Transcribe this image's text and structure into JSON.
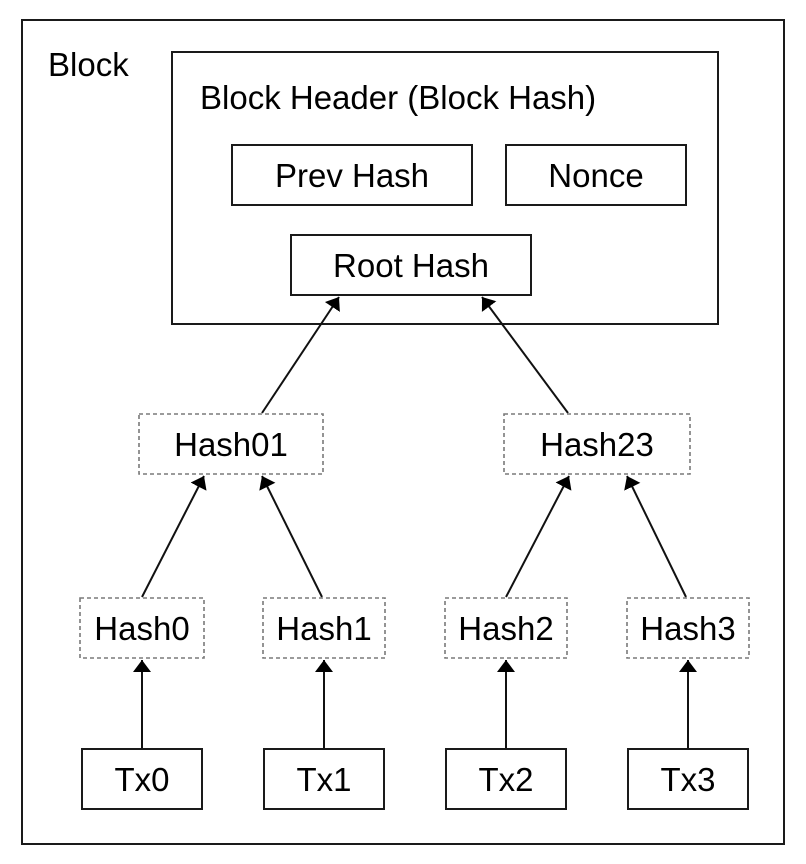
{
  "block": {
    "label": "Block"
  },
  "header": {
    "title": "Block Header (Block Hash)",
    "prev_hash": "Prev Hash",
    "nonce": "Nonce",
    "root_hash": "Root Hash"
  },
  "tree": {
    "level2": [
      "Hash01",
      "Hash23"
    ],
    "level1": [
      "Hash0",
      "Hash1",
      "Hash2",
      "Hash3"
    ],
    "transactions": [
      "Tx0",
      "Tx1",
      "Tx2",
      "Tx3"
    ]
  },
  "styles": {
    "line_color": "#111111",
    "dashed_border_color": "#7a7a7a",
    "background": "#ffffff"
  }
}
